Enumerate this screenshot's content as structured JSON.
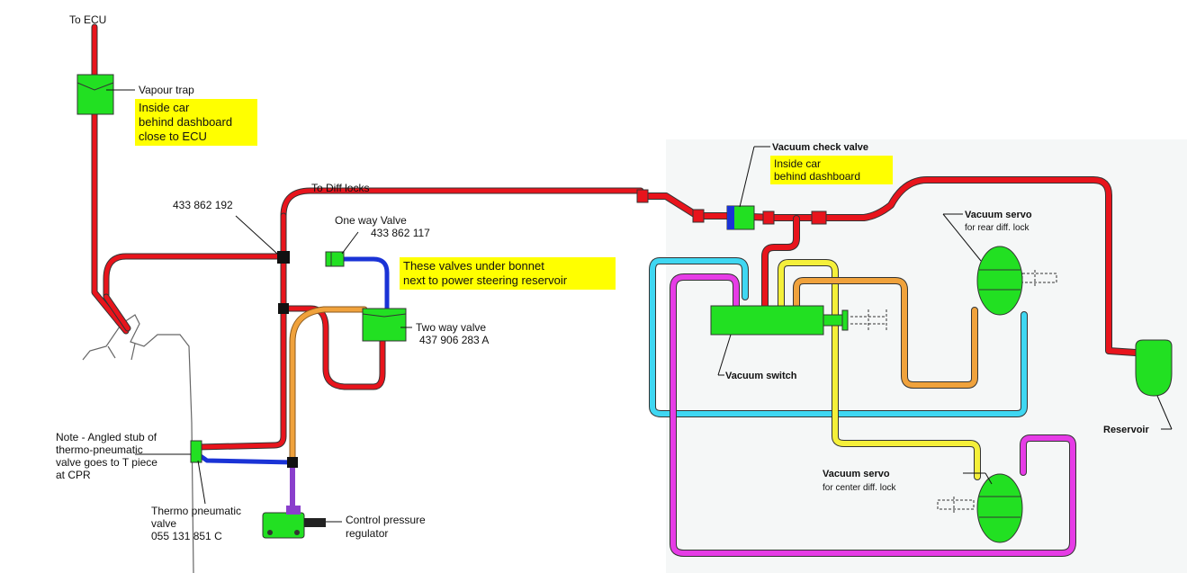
{
  "labels": {
    "to_ecu": "To ECU",
    "vapour_trap": "Vapour trap",
    "to_diff_locks": "To Diff locks",
    "part_433_862_192": "433 862 192",
    "one_way_valve": "One way Valve",
    "part_433_862_117": "433 862 117",
    "two_way_valve": "Two way valve",
    "part_437_906_283_a": "437 906 283 A",
    "note_line1": "Note - Angled stub of",
    "note_line2": "thermo-pneumatic",
    "note_line3": "valve goes to T piece",
    "note_line4": "at CPR",
    "thermo_line1": "Thermo pneumatic",
    "thermo_line2": "valve",
    "thermo_part": "055 131 851 C",
    "cpr_line1": "Control pressure",
    "cpr_line2": "regulator",
    "vacuum_check_valve": "Vacuum check valve",
    "vacuum_servo_rear_title": "Vacuum servo",
    "vacuum_servo_rear_sub": "for rear diff. lock",
    "vacuum_switch": "Vacuum switch",
    "vacuum_servo_center_title": "Vacuum servo",
    "vacuum_servo_center_sub": "for center diff. lock",
    "reservoir": "Reservoir"
  },
  "notes": {
    "vapour_trap_note": "Inside car\nbehind dashboard\nclose to ECU",
    "valves_note": "These valves under bonnet\nnext to power steering reservoir",
    "check_valve_note": "Inside car\nbehind dashboard"
  },
  "colors": {
    "red_line": "#e8141c",
    "blue_line": "#1a33d6",
    "orange_line": "#f0a23c",
    "cyan_line": "#3fd7f2",
    "yellow_line": "#f5f03a",
    "magenta_line": "#e63ce6",
    "component_green": "#22e022",
    "note_yellow": "#ffff00"
  }
}
